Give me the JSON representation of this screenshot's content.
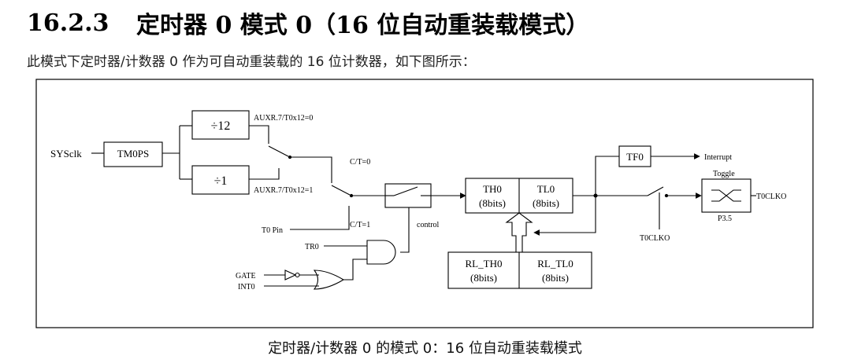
{
  "section": {
    "number": "16.2.3",
    "title": "定时器 0 模式 0（16 位自动重装载模式）"
  },
  "intro_text": "此模式下定时器/计数器 0 作为可自动重装载的 16 位计数器，如下图所示：",
  "caption": "定时器/计数器 0 的模式 0：16 位自动重装载模式",
  "diagram": {
    "sysclk": "SYSclk",
    "tm0ps": "TM0PS",
    "div12": "÷12",
    "div1": "÷1",
    "auxr_12_0": "AUXR.7/T0x12=0",
    "auxr_12_1": "AUXR.7/T0x12=1",
    "ct_0": "C/T=0",
    "ct_1": "C/T=1",
    "t0_pin": "T0 Pin",
    "control": "control",
    "tr0": "TR0",
    "gate": "GATE",
    "int0": "INT0",
    "th0_name": "TH0",
    "th0_bits": "(8bits)",
    "tl0_name": "TL0",
    "tl0_bits": "(8bits)",
    "rl_th0_name": "RL_TH0",
    "rl_th0_bits": "(8bits)",
    "rl_tl0_name": "RL_TL0",
    "rl_tl0_bits": "(8bits)",
    "tf0": "TF0",
    "interrupt": "Interrupt",
    "toggle": "Toggle",
    "t0clko_out": "T0CLKO",
    "p35": "P3.5",
    "t0clko_switch": "T0CLKO"
  }
}
